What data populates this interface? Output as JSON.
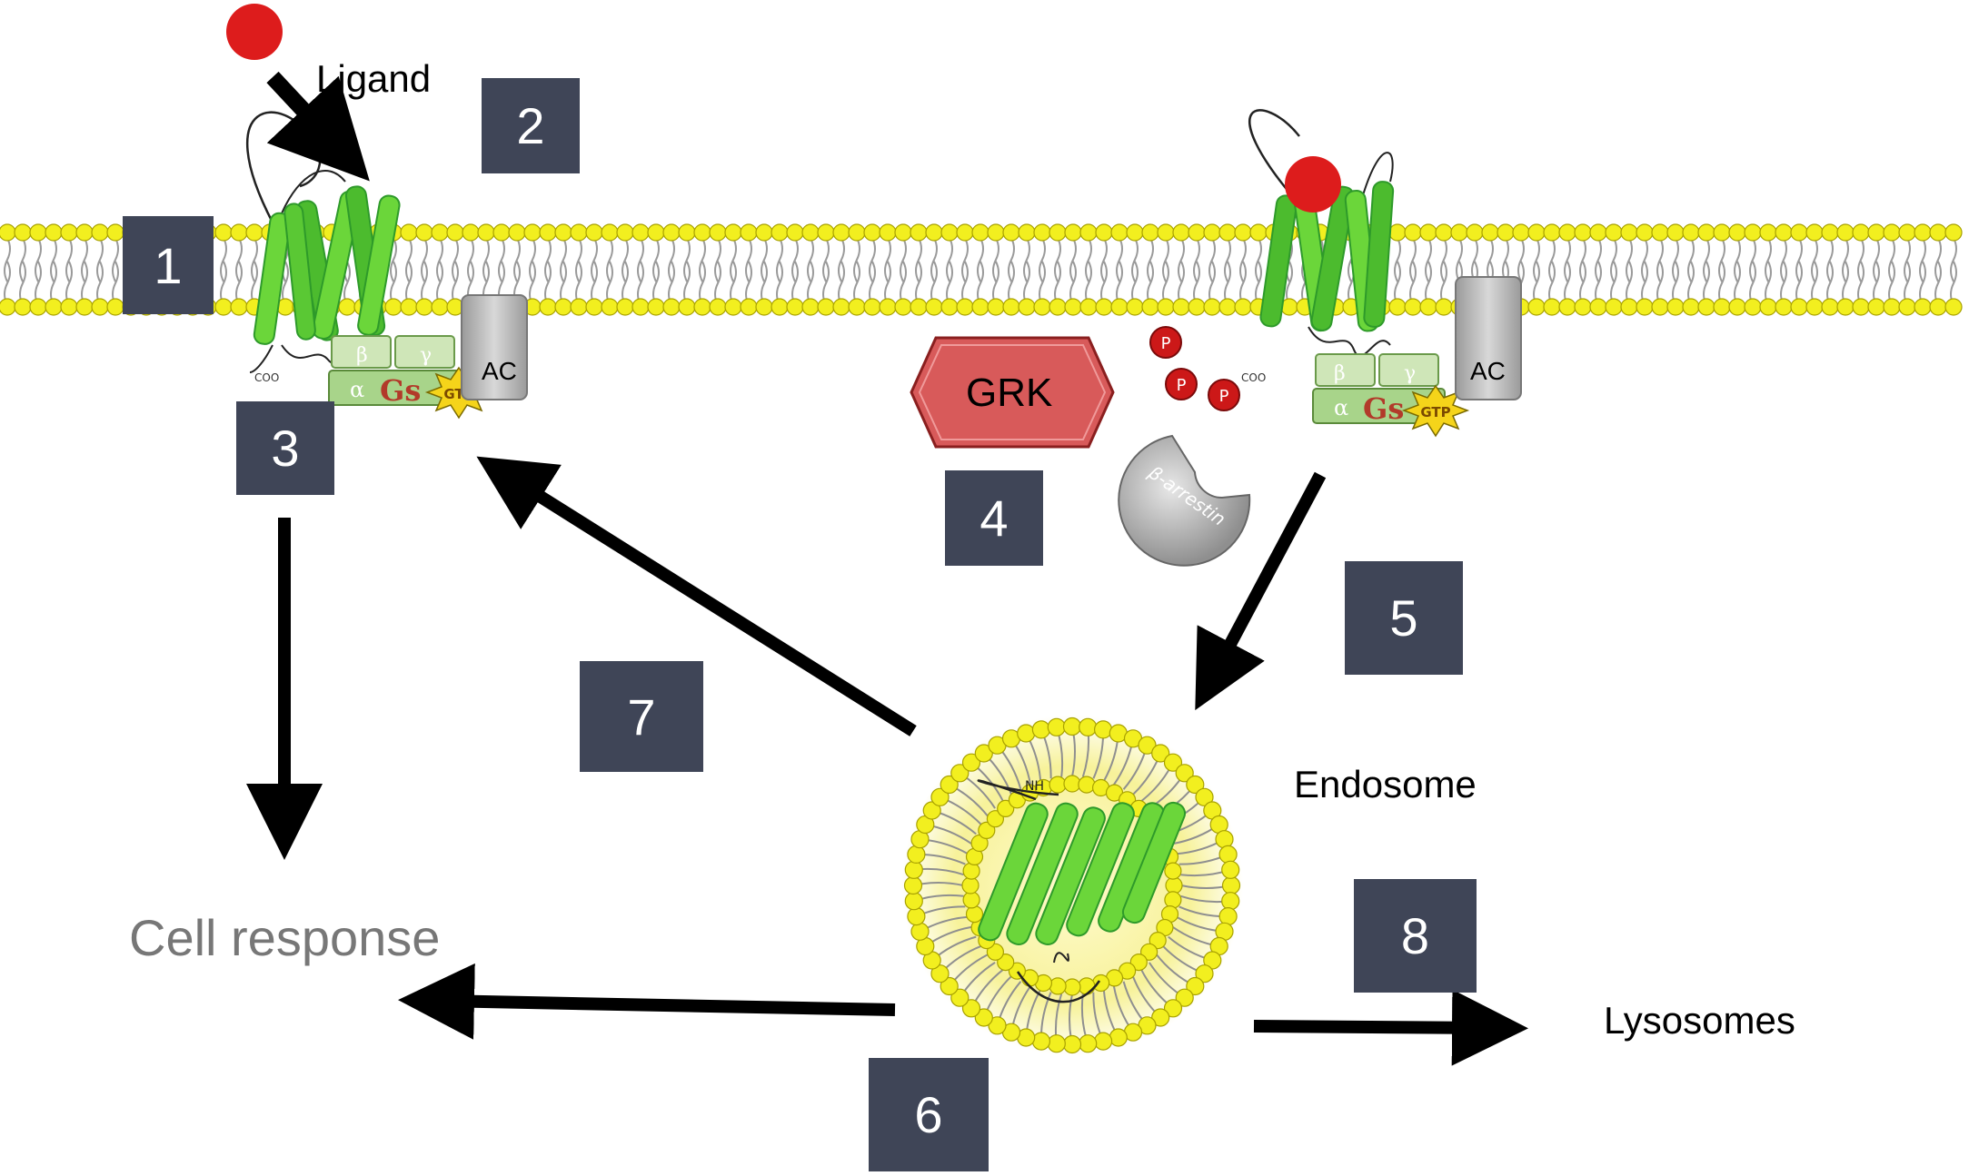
{
  "labels": {
    "ligand": "Ligand",
    "endosome": "Endosome",
    "cell_response": "Cell response",
    "lysosomes": "Lysosomes",
    "grk": "GRK",
    "ac": "AC",
    "beta_arrestin": "β-arrestin",
    "gtp": "GTP",
    "phosphate": "P",
    "alpha": "α",
    "beta": "β",
    "gamma": "γ",
    "gs": "Gs",
    "coo": "COO",
    "nh": "NH"
  },
  "steps": [
    "1",
    "2",
    "3",
    "4",
    "5",
    "6",
    "7",
    "8"
  ],
  "colors": {
    "head": "#f2ef1f",
    "head_stroke": "#a8a100",
    "helix": "#6bd63a",
    "helix_dark": "#2e9a2a",
    "ligand": "#dd1c1c",
    "grk_fill": "#d85a5a",
    "box": "#3f4557",
    "arrow": "#000000",
    "cell_response_text": "#777777"
  }
}
